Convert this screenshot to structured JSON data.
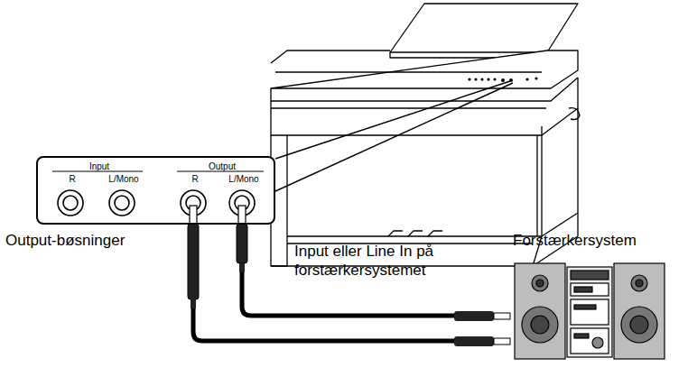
{
  "diagram": {
    "nodes": [
      {
        "text": [
          "Input",
          "R",
          "L/Mono",
          "Output",
          "R",
          "L/Mono"
        ]
      }
    ],
    "labels": [
      "Output-bøsninger",
      "Input eller Line In på forstærkersystemet",
      "Forstærkersystem"
    ]
  }
}
